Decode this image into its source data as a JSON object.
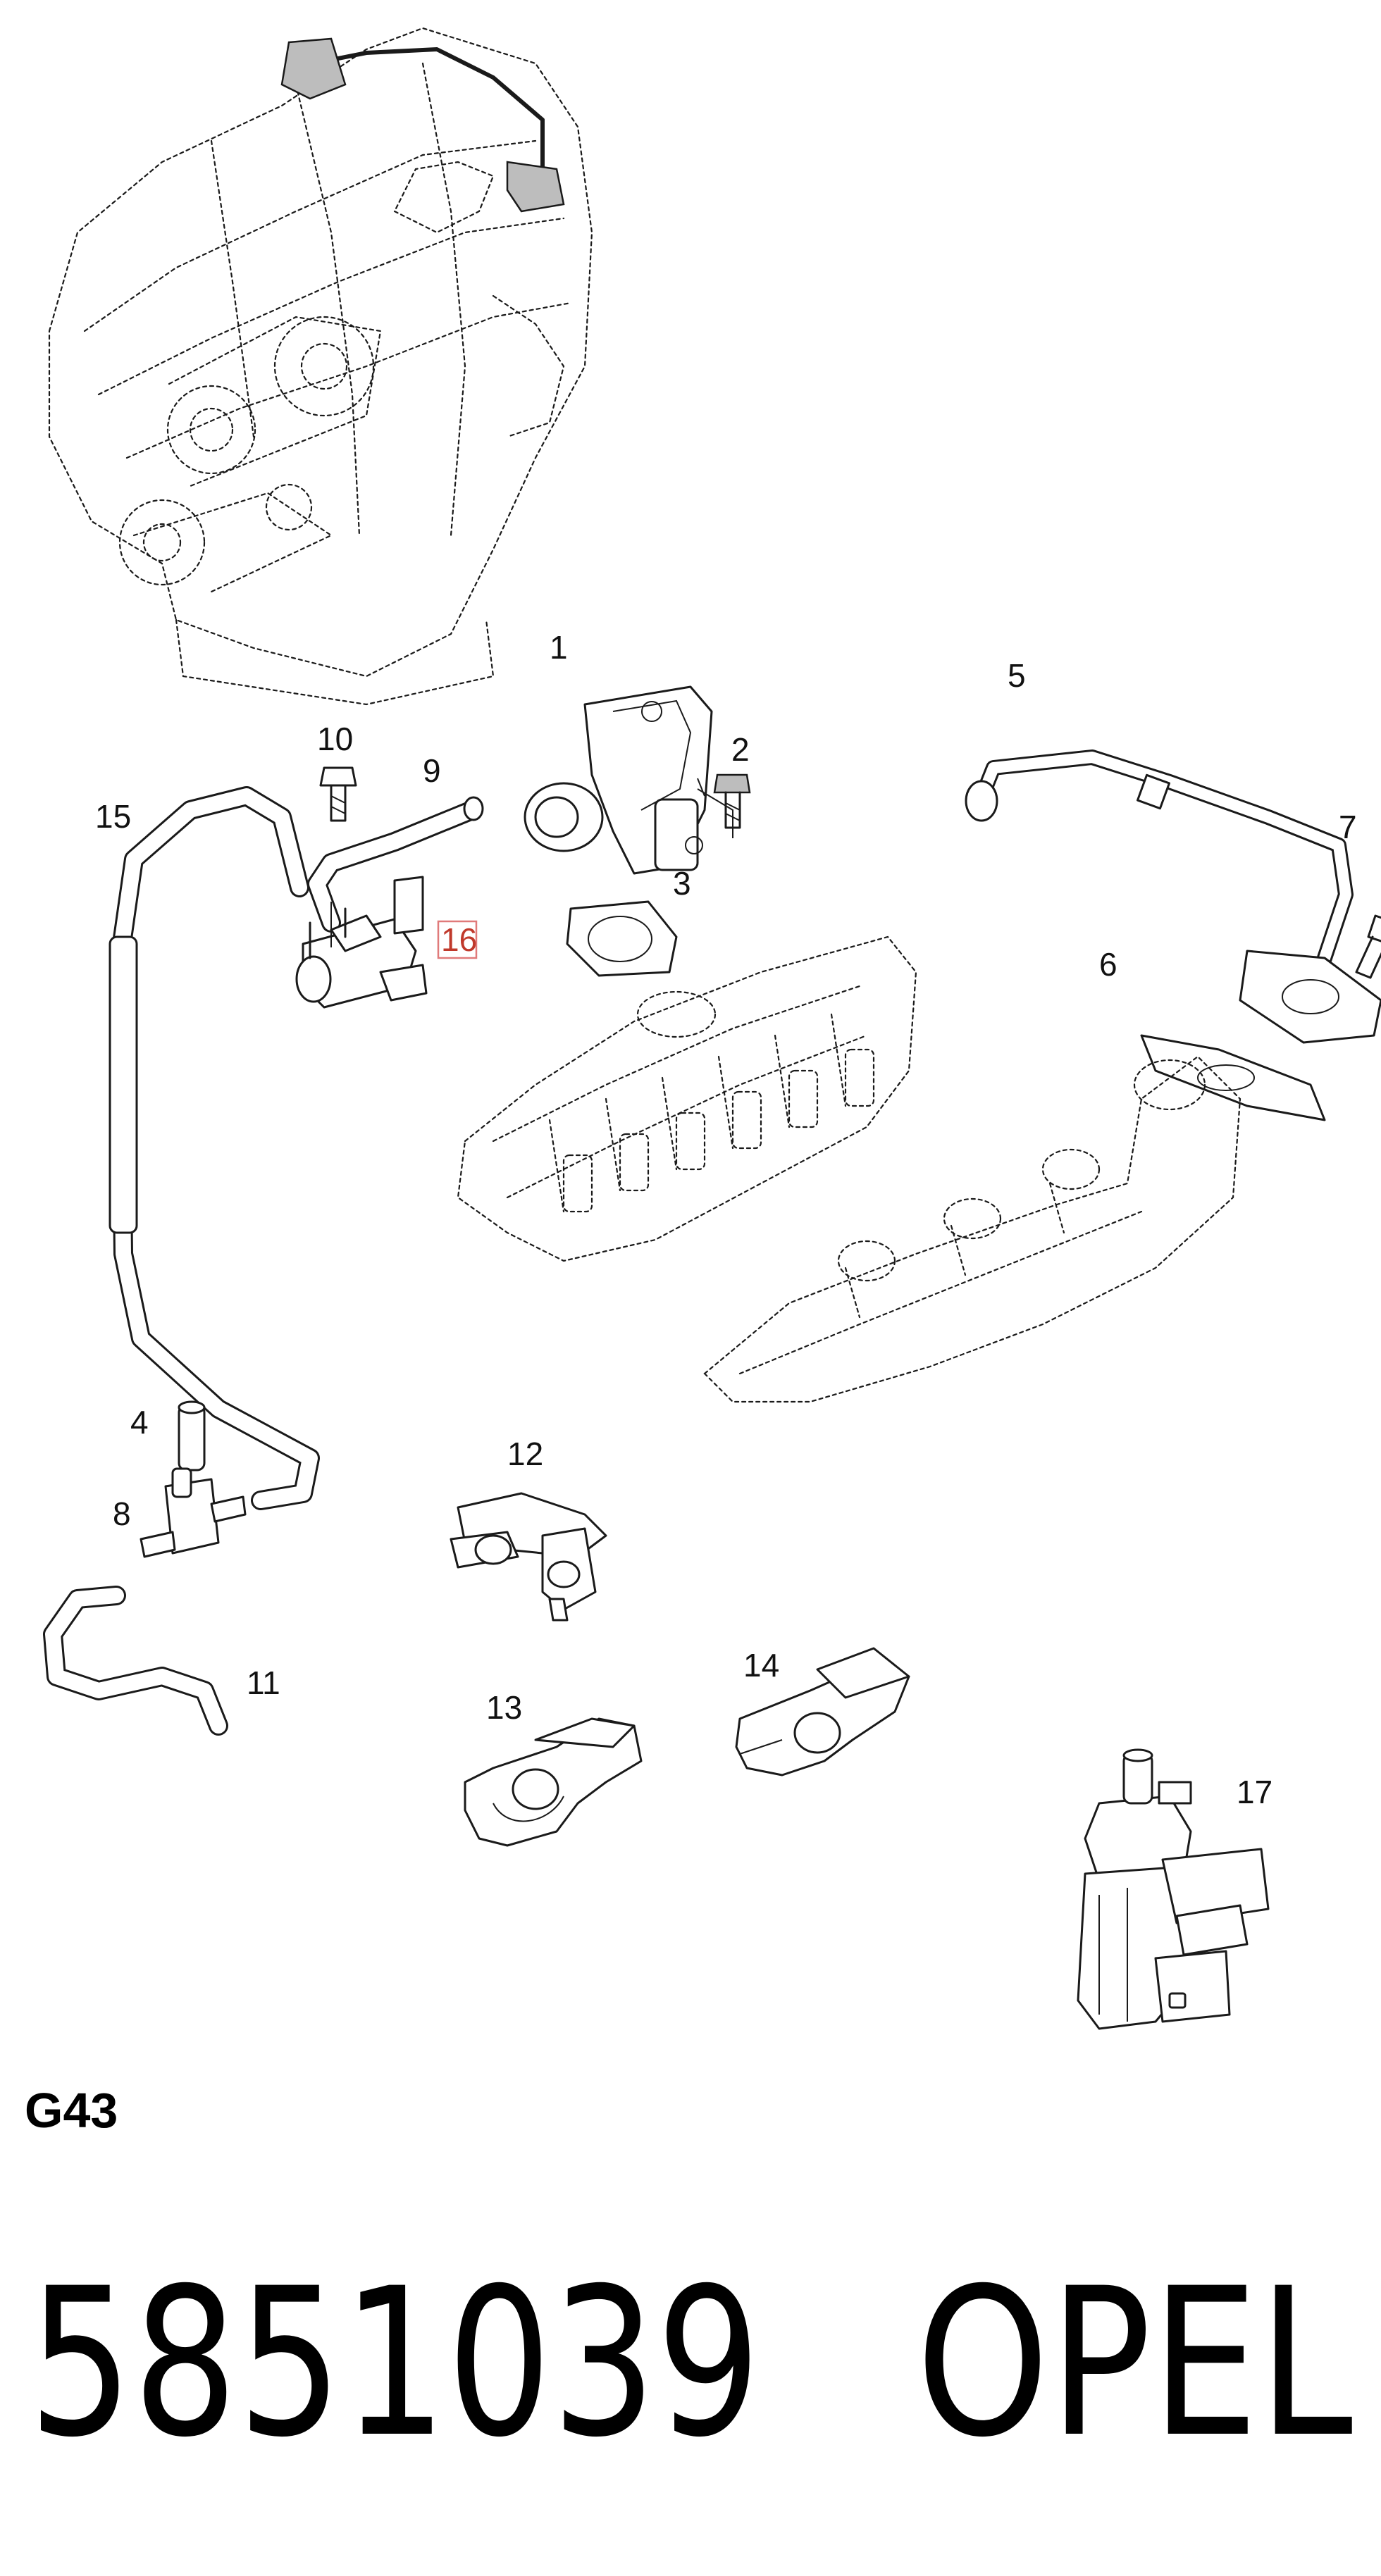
{
  "diagram": {
    "callouts": {
      "c1": "1",
      "c2": "2",
      "c3": "3",
      "c4": "4",
      "c5": "5",
      "c6": "6",
      "c7": "7",
      "c8": "8",
      "c9": "9",
      "c10": "10",
      "c11": "11",
      "c12": "12",
      "c13": "13",
      "c14": "14",
      "c15": "15",
      "c16": "16",
      "c17": "17"
    },
    "highlighted_callout": "16",
    "highlight_color": "#e07a7a",
    "diagram_code": "G43"
  },
  "footer": {
    "part_number": "5851039",
    "brand": "OPEL"
  }
}
